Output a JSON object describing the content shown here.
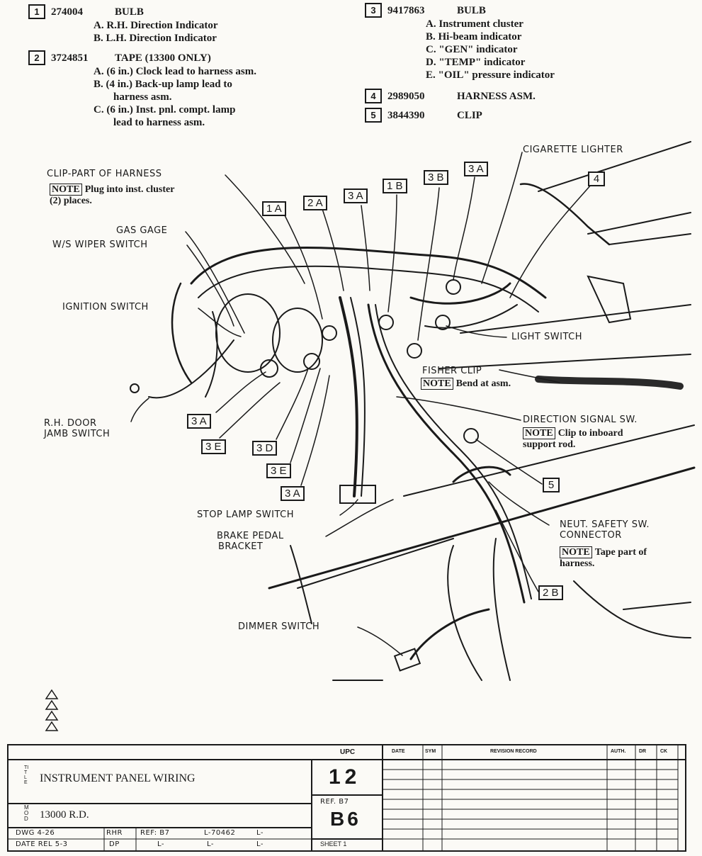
{
  "legend_left": [
    {
      "id": "1",
      "part": "274004",
      "name": "BULB",
      "subs": [
        "A. R.H. Direction Indicator",
        "B. L.H. Direction Indicator"
      ]
    },
    {
      "id": "2",
      "part": "3724851",
      "name": "TAPE (13300 ONLY)",
      "subs": [
        "A. (6 in.) Clock lead to harness asm.",
        "B. (4 in.) Back-up lamp lead to",
        "harness asm.",
        "C. (6 in.) Inst. pnl. compt. lamp",
        "lead to harness asm."
      ]
    }
  ],
  "legend_right": [
    {
      "id": "3",
      "part": "9417863",
      "name": "BULB",
      "subs": [
        "A. Instrument cluster",
        "B. Hi-beam indicator",
        "C. \"GEN\" indicator",
        "D. \"TEMP\" indicator",
        "E. \"OIL\" pressure indicator"
      ]
    },
    {
      "id": "4",
      "part": "2989050",
      "name": "HARNESS ASM.",
      "subs": []
    },
    {
      "id": "5",
      "part": "3844390",
      "name": "CLIP",
      "subs": []
    }
  ],
  "labels": {
    "cigarette_lighter": "CIGARETTE LIGHTER",
    "clip_part": "CLIP-PART OF HARNESS",
    "clip_note_tag": "NOTE",
    "clip_note_1": "Plug into inst. cluster",
    "clip_note_2": "(2) places.",
    "gas_gage": "GAS GAGE",
    "wiper_switch": "W/S WIPER SWITCH",
    "ignition_switch": "IGNITION SWITCH",
    "light_switch": "LIGHT SWITCH",
    "fisher_clip": "FISHER CLIP",
    "fisher_note_tag": "NOTE",
    "fisher_note": "Bend at asm.",
    "direction_signal": "DIRECTION SIGNAL SW.",
    "dir_note_tag": "NOTE",
    "dir_note_1": "Clip to inboard",
    "dir_note_2": "support rod.",
    "rh_door_1": "R.H. DOOR",
    "rh_door_2": "JAMB SWITCH",
    "stop_lamp": "STOP LAMP SWITCH",
    "brake_1": "BRAKE PEDAL",
    "brake_2": "BRACKET",
    "neut_1": "NEUT. SAFETY SW.",
    "neut_2": "CONNECTOR",
    "neut_note_tag": "NOTE",
    "neut_note_1": "Tape part of",
    "neut_note_2": "harness.",
    "dimmer": "DIMMER SWITCH"
  },
  "callouts": {
    "c1a": "1 A",
    "c2a": "2 A",
    "c3a_top": "3 A",
    "c1b": "1 B",
    "c3b": "3 B",
    "c3a_r": "3 A",
    "c4": "4",
    "c3a_l": "3 A",
    "c3e_l": "3 E",
    "c3d": "3 D",
    "c3e_b": "3 E",
    "c3a_b": "3 A",
    "c5": "5",
    "c2b": "2 B"
  },
  "title_block": {
    "title_letters": "TITLE",
    "title": "INSTRUMENT PANEL WIRING",
    "model_letters": "MOD",
    "model": "13000 R.D.",
    "upc_label": "UPC",
    "upc": "12",
    "ref_label": "REF. B7",
    "ref": "B6",
    "sheet": "SHEET 1",
    "dwg": "DWG 4-26",
    "date": "DATE REL 5-3",
    "rhr": "RHR",
    "dp": "DP",
    "ref_b7": "REF: B7",
    "l_num": "L-70462",
    "l1": "L-",
    "l2": "L-",
    "l3": "L-",
    "l4": "L-",
    "rev_date": "DATE",
    "rev_sym": "SYM",
    "rev_record": "REVISION RECORD",
    "rev_auth": "AUTH.",
    "rev_dr": "DR",
    "rev_ck": "CK"
  }
}
